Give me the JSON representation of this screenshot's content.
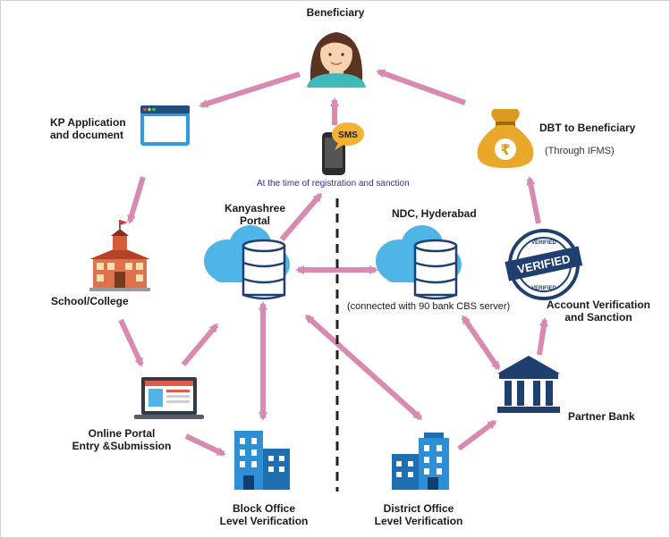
{
  "labels": {
    "beneficiary": "Beneficiary",
    "kp_app_line1": "KP Application",
    "kp_app_line2": "and document",
    "dbt_line1": "DBT to Beneficiary",
    "dbt_line2": "(Through IFMS)",
    "sms_badge": "SMS",
    "sms_note": "At the time of registration and sanction",
    "kanyashree_line1": "Kanyashree",
    "kanyashree_line2": "Portal",
    "ndc": "NDC, Hyderabad",
    "cbs_note": "(connected with 90 bank CBS server)",
    "school": "School/College",
    "account_line1": "Account Verification",
    "account_line2": "and Sanction",
    "verified_top": "VERIFIED",
    "verified_mid": "VERIFIED",
    "verified_bot": "VERIFIED",
    "online_line1": "Online Portal",
    "online_line2": "Entry &Submission",
    "partner_bank": "Partner Bank",
    "block_line1": "Block Office",
    "block_line2": "Level Verification",
    "district_line1": "District Office",
    "district_line2": "Level Verification",
    "rupee": "₹"
  },
  "colors": {
    "arrow": "#d98ab0",
    "cloud": "#4fb4e6",
    "building": "#2d8fd5",
    "bank": "#1f3f6e",
    "gold": "#e9a82a"
  }
}
